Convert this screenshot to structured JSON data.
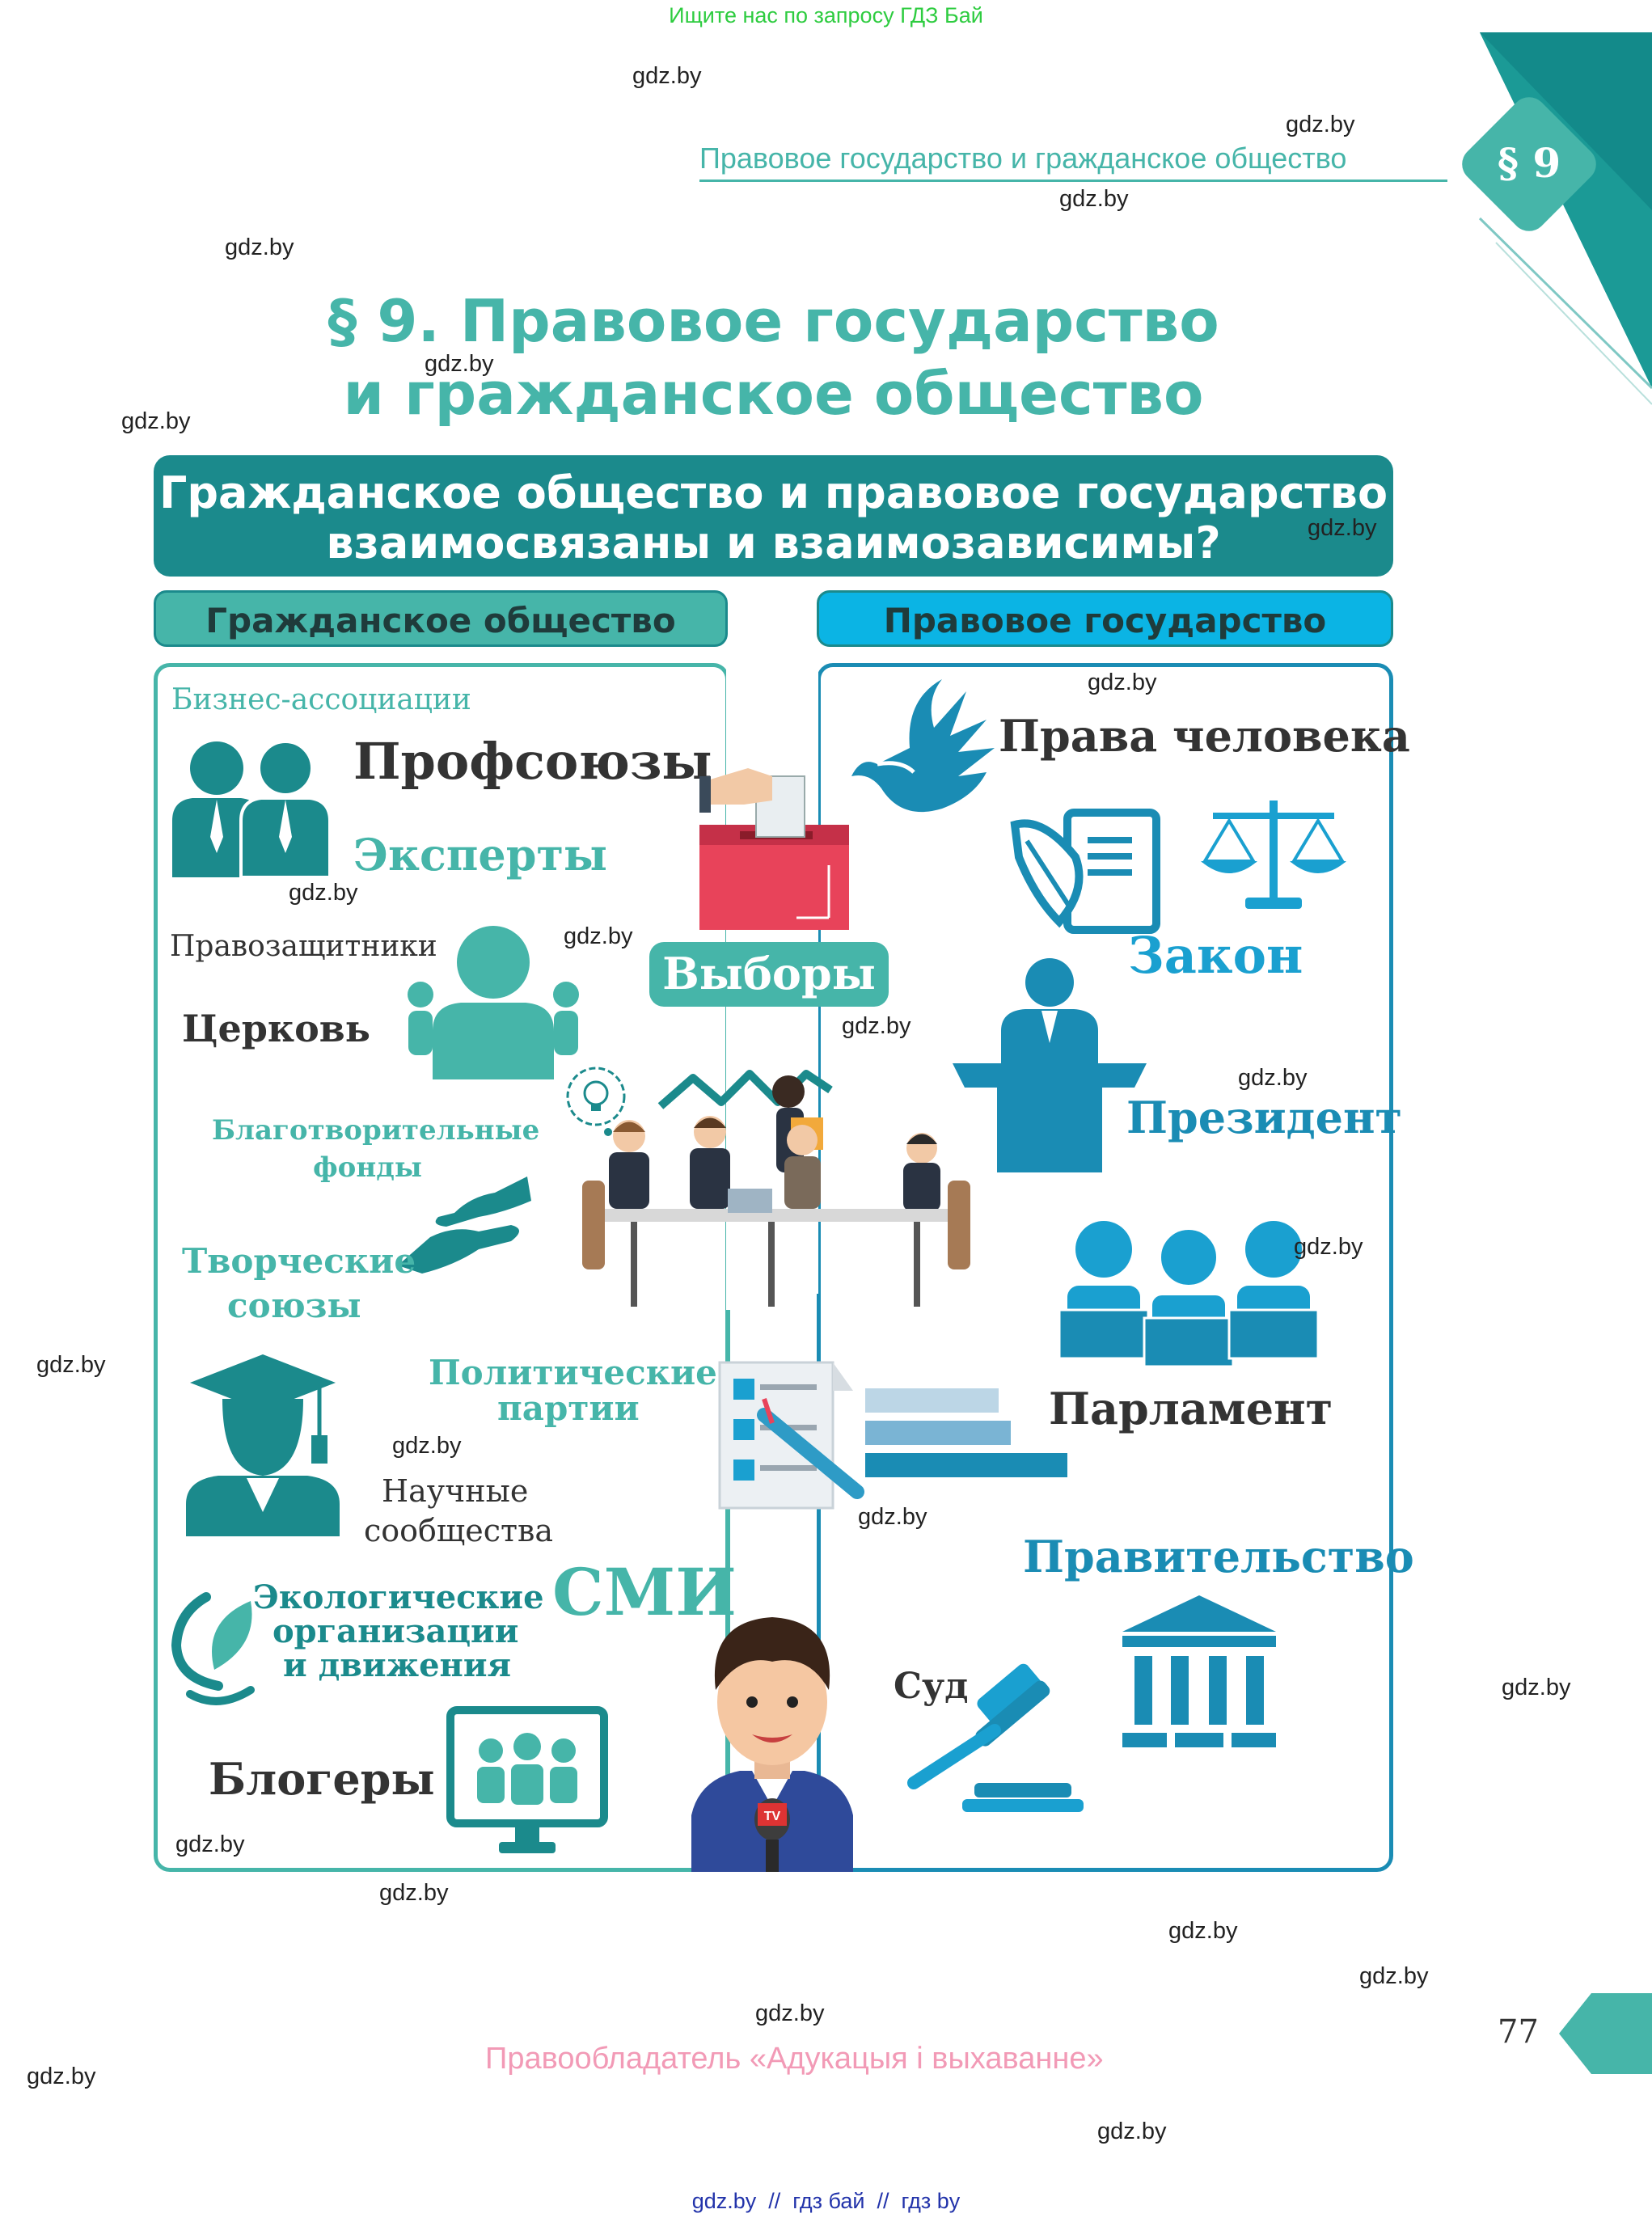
{
  "top_banner": "Ищите нас по запросу ГДЗ Бай",
  "running_header": "Правовое государство и гражданское общество",
  "section_badge": "§ 9",
  "title_line1": "§ 9. Правовое государство",
  "title_line2": "и гражданское общество",
  "question_line1": "Гражданское общество и правовое государство",
  "question_line2": "взаимосвязаны и взаимозависимы?",
  "left_header": "Гражданское общество",
  "right_header": "Правовое государство",
  "left_items": {
    "business": "Бизнес-ассоциации",
    "unions": "Профсоюзы",
    "experts": "Эксперты",
    "rights_defenders": "Правозащитники",
    "church": "Церковь",
    "charity1": "Благотворительные",
    "charity2": "фонды",
    "creative1": "Творческие",
    "creative2": "союзы",
    "parties1": "Политические",
    "parties2": "партии",
    "science1": "Научные",
    "science2": "сообщества",
    "media": "СМИ",
    "eco1": "Экологические",
    "eco2": "организации",
    "eco3": "и движения",
    "bloggers": "Блогеры"
  },
  "center_label": "Выборы",
  "tv_label": "TV",
  "right_items": {
    "human_rights": "Права человека",
    "law": "Закон",
    "president": "Президент",
    "parliament": "Парламент",
    "government": "Правительство",
    "court": "Суд"
  },
  "page_number": "77",
  "copyright": "Правообладатель «Адукацыя і выхаванне»",
  "footer_links": "gdz.by  //  гдз бай  //  гдз by",
  "watermark": "gdz.by",
  "colors": {
    "teal": "#46b5a9",
    "dark_teal": "#1b8a8c",
    "blue": "#1aa0d0",
    "red_box": "#e8435a",
    "banner_green": "#2ecc40",
    "copyright_pink": "#f29ab6"
  }
}
